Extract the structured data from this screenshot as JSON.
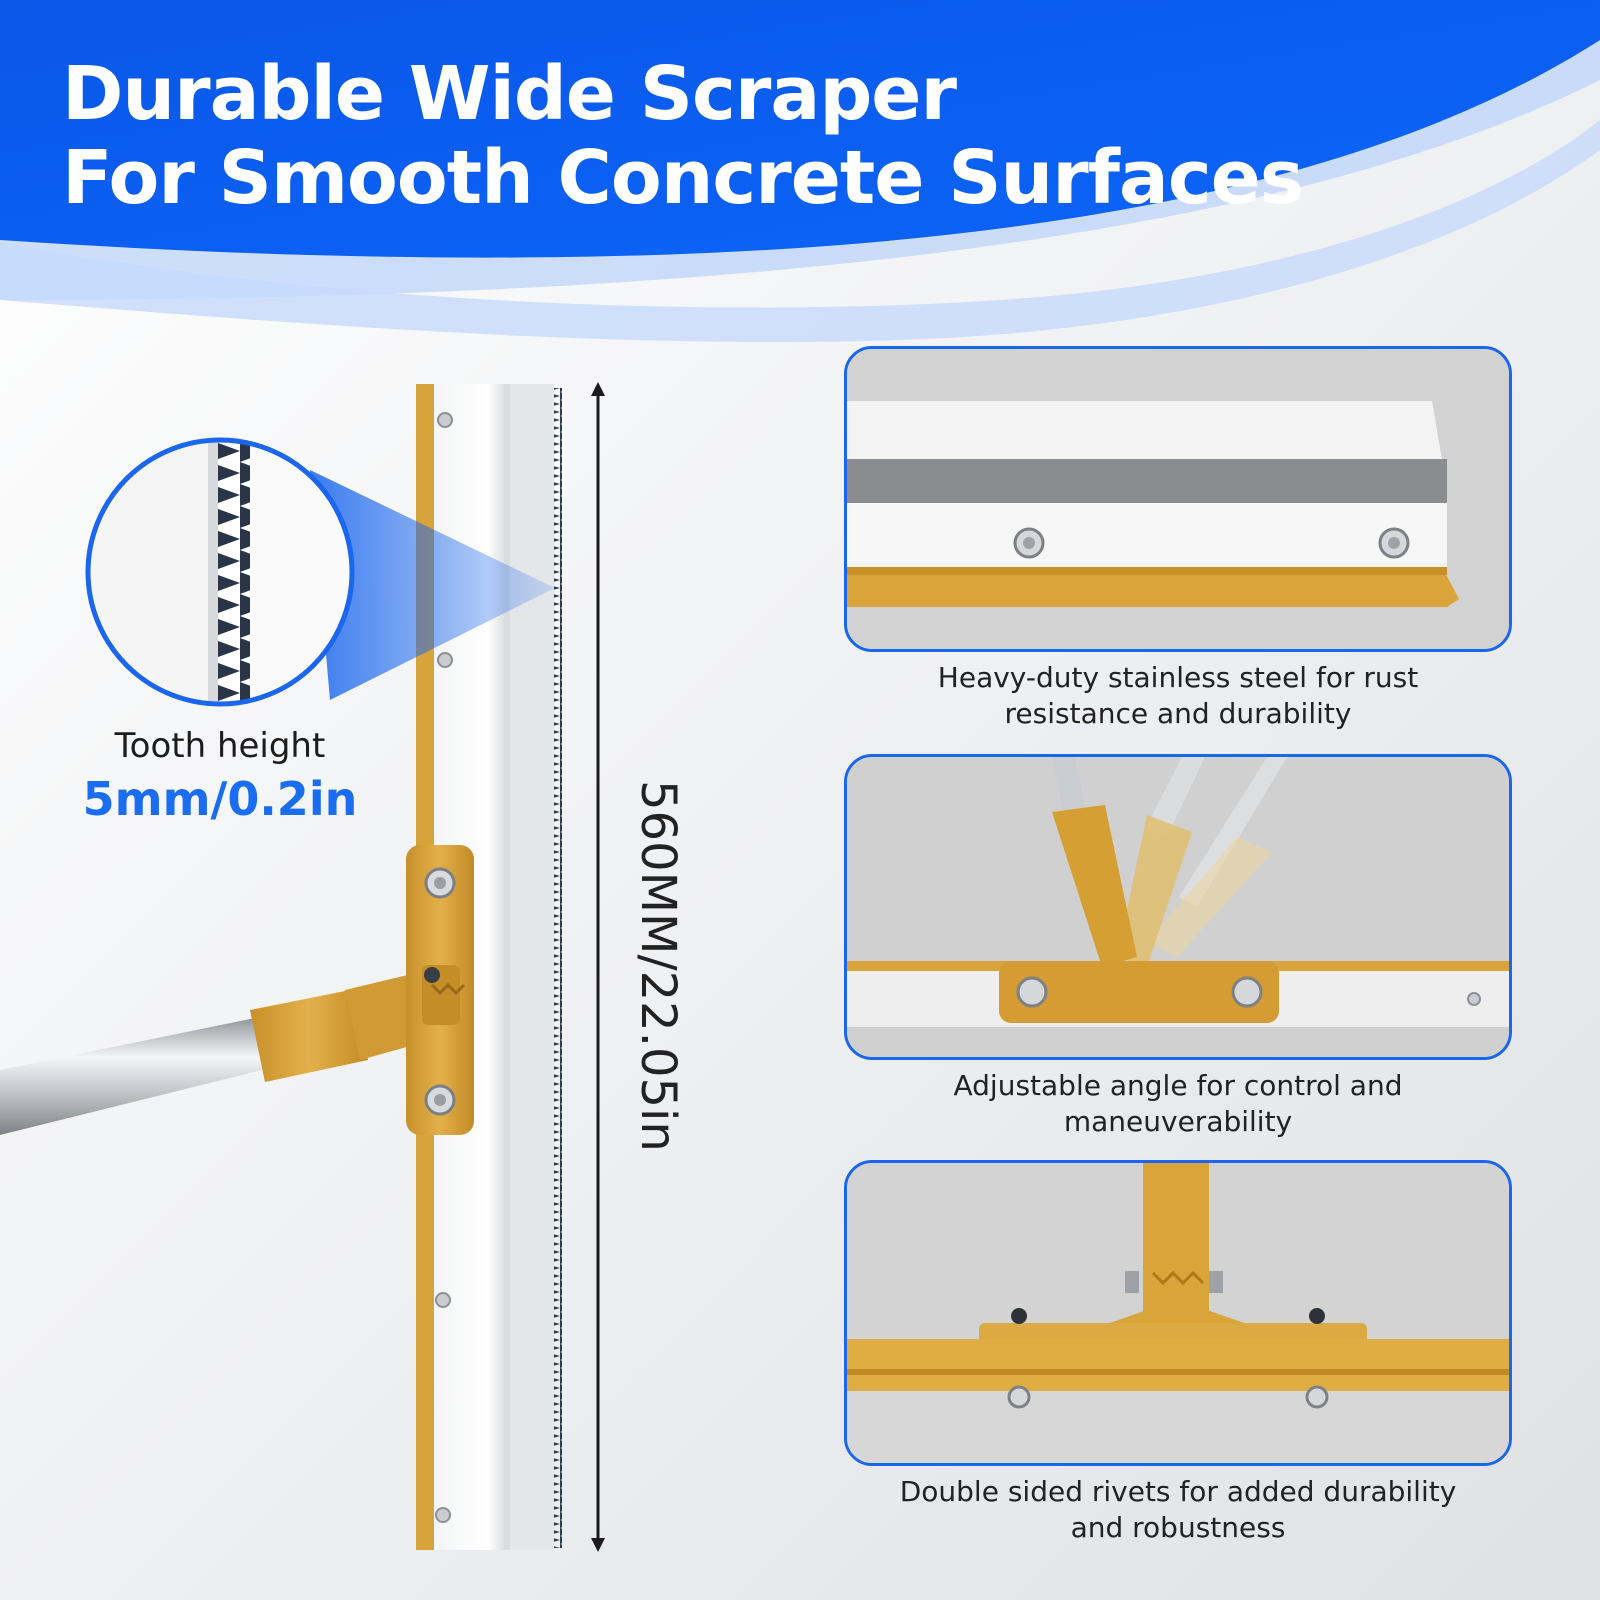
{
  "header": {
    "title_line1": "Durable Wide Scraper",
    "title_line2": "For Smooth Concrete Surfaces"
  },
  "tooth": {
    "label": "Tooth height",
    "value": "5mm/0.2in"
  },
  "dimension": {
    "label": "560MM/22.05in"
  },
  "features": [
    {
      "caption_line1": "Heavy-duty stainless steel for rust",
      "caption_line2": "resistance and durability"
    },
    {
      "caption_line1": "Adjustable angle for control and",
      "caption_line2": "maneuverability"
    },
    {
      "caption_line1": "Double sided rivets for added durability",
      "caption_line2": "and robustness"
    }
  ],
  "colors": {
    "banner_blue": "#0a5ff2",
    "accent_blue": "#1a6cf0",
    "handle_yellow": "#d9a53a",
    "steel": "#cfd3d8"
  }
}
